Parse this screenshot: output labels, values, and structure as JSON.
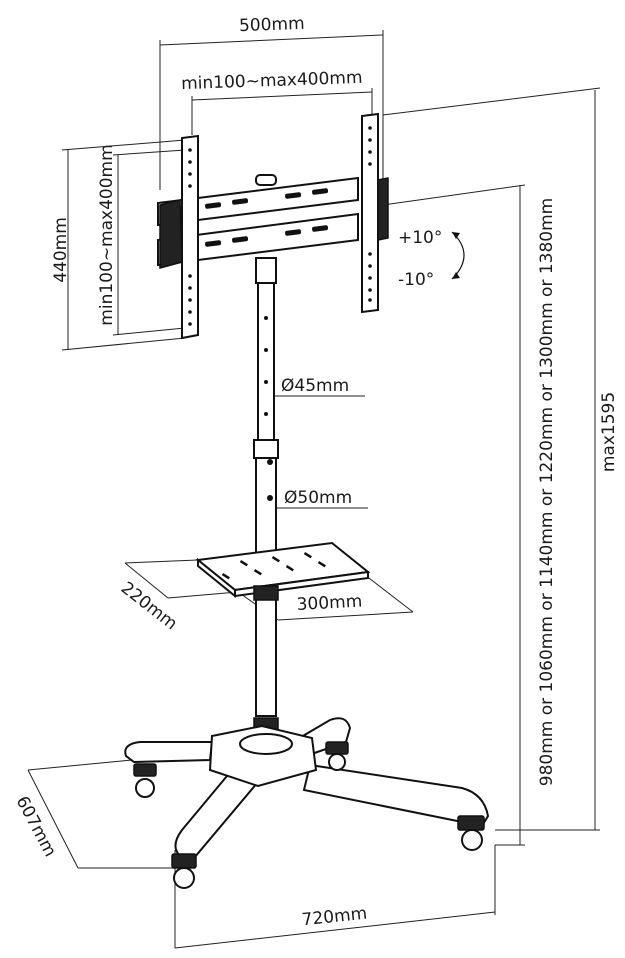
{
  "dimensions": {
    "vesa_width_outer": "500mm",
    "vesa_width_range": "min100~max400mm",
    "vesa_height_outer": "440mm",
    "vesa_height_range": "min100~max400mm",
    "tilt_up": "+10°",
    "tilt_down": "-10°",
    "upper_pole_diameter": "Ø45mm",
    "lower_pole_diameter": "Ø50mm",
    "shelf_depth": "220mm",
    "shelf_width": "300mm",
    "base_depth": "607mm",
    "base_width": "720mm",
    "height_options": "980mm or 1060mm or 1140mm or 1220mm or 1300mm or 1380mm",
    "max_height": "max1595"
  }
}
